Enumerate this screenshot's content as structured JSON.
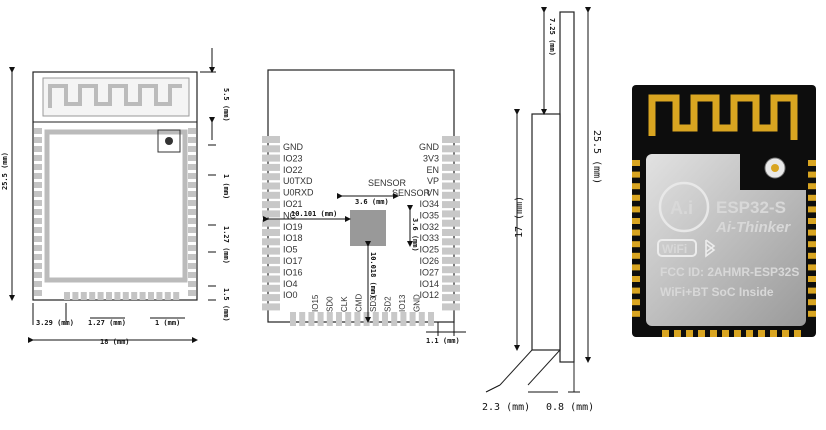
{
  "view1": {
    "dims": {
      "height_total": "25.5 (mm)",
      "antenna_h": "5.5 (mm)",
      "pitch_a": "1 (mm)",
      "pitch_b": "1.27 (mm)",
      "bottom_gap": "1.5 (mm)",
      "left_offset": "3.29 (mm)",
      "bottom_pitch_a": "1.27 (mm)",
      "bottom_pitch_b": "1 (mm)",
      "width_total": "18 (mm)"
    }
  },
  "view2": {
    "left_pins": [
      "GND",
      "IO23",
      "IO22",
      "U0TXD",
      "U0RXD",
      "IO21",
      "NC",
      "IO19",
      "IO18",
      "IO5",
      "IO17",
      "IO16",
      "IO4",
      "IO0"
    ],
    "right_pins": [
      "GND",
      "3V3",
      "EN",
      "VP",
      "VN",
      "IO34",
      "IO35",
      "IO32",
      "IO33",
      "IO25",
      "IO26",
      "IO27",
      "IO14",
      "IO12"
    ],
    "bottom_pins": [
      "IO15",
      "SD0",
      "CLK",
      "CMD",
      "SD3",
      "SD2",
      "IO13",
      "GND"
    ],
    "inner_labels": [
      "SENSOR",
      "SENSOR"
    ],
    "dims": {
      "pad_w": "3.6 (mm)",
      "pad_h": "3.6 (mm)",
      "pad_x": "10.101 (mm)",
      "pad_y": "10.018 (mm)",
      "edge": "1.1 (mm)"
    }
  },
  "view3": {
    "dims": {
      "top": "7.25 (mm)",
      "height": "17 (mm)",
      "total": "25.5 (mm)",
      "thick_a": "2.3 (mm)",
      "thick_b": "0.8 (mm)"
    }
  },
  "photo": {
    "model": "ESP32-S",
    "brand": "Ai-Thinker",
    "logo": "A.i",
    "wifi": "WiFi",
    "fcc": "FCC ID: 2AHMR-ESP32S",
    "tagline": "WiFi+BT SoC Inside"
  },
  "colors": {
    "board": "#0d0d0d",
    "gold": "#d9a521",
    "shield": "#b8b8b8"
  }
}
